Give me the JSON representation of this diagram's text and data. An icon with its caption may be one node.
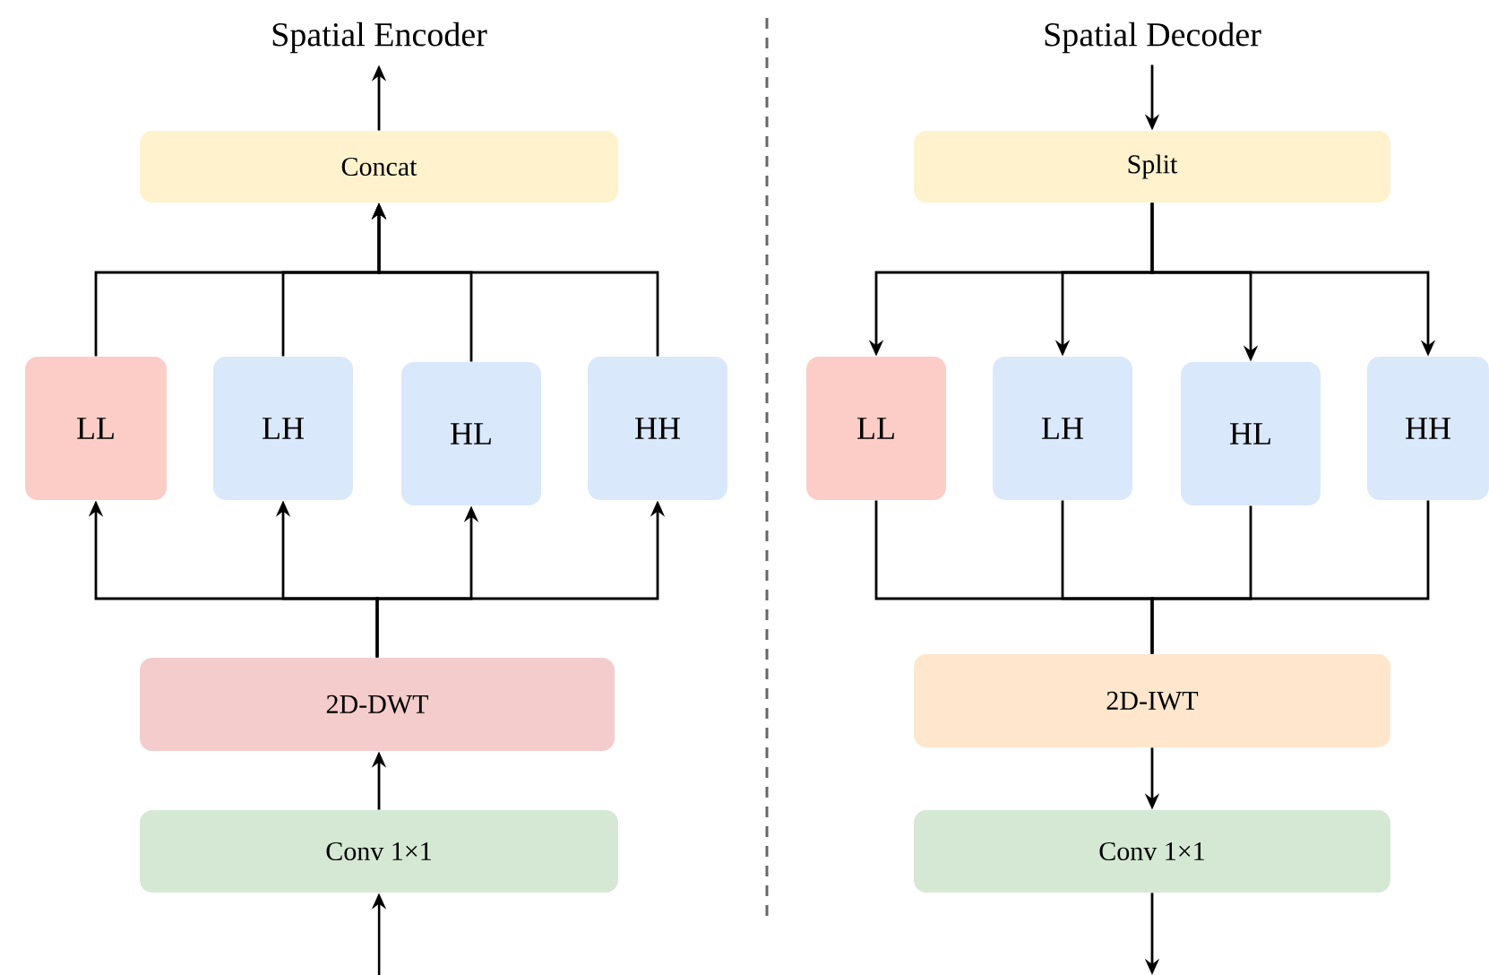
{
  "diagram": {
    "nodes": [
      {
        "text": [
          "Spatial Encoder"
        ]
      },
      {
        "text": [
          "Concat"
        ]
      },
      {
        "text": [
          "LL"
        ]
      },
      {
        "text": [
          "LH"
        ]
      },
      {
        "text": [
          "HL"
        ]
      },
      {
        "text": [
          "HH"
        ]
      },
      {
        "text": [
          "2D-DWT"
        ]
      },
      {
        "text": [
          "Conv 1×1"
        ]
      },
      {
        "text": [
          "Spatial Decoder"
        ]
      },
      {
        "text": [
          "Split"
        ]
      },
      {
        "text": [
          "LL"
        ]
      },
      {
        "text": [
          "LH"
        ]
      },
      {
        "text": [
          "HL"
        ]
      },
      {
        "text": [
          "HH"
        ]
      },
      {
        "text": [
          "2D-IWT"
        ]
      },
      {
        "text": [
          "Conv 1×1"
        ]
      }
    ],
    "edges": [
      {
        "from": null,
        "to": 7,
        "arrow": "to"
      },
      {
        "from": 7,
        "to": 6,
        "arrow": "to"
      },
      {
        "from": 6,
        "to": 2,
        "arrow": "to"
      },
      {
        "from": 6,
        "to": 3,
        "arrow": "to"
      },
      {
        "from": 6,
        "to": 4,
        "arrow": "to"
      },
      {
        "from": 6,
        "to": 5,
        "arrow": "to"
      },
      {
        "from": 2,
        "to": 1,
        "arrow": "to"
      },
      {
        "from": 3,
        "to": 1,
        "arrow": "to"
      },
      {
        "from": 4,
        "to": 1,
        "arrow": "to"
      },
      {
        "from": 5,
        "to": 1,
        "arrow": "to"
      },
      {
        "from": 1,
        "to": 0,
        "arrow": "to"
      },
      {
        "from": 8,
        "to": 9,
        "arrow": "to"
      },
      {
        "from": 9,
        "to": 10,
        "arrow": "to"
      },
      {
        "from": 9,
        "to": 11,
        "arrow": "to"
      },
      {
        "from": 9,
        "to": 12,
        "arrow": "to"
      },
      {
        "from": 9,
        "to": 13,
        "arrow": "to"
      },
      {
        "from": 10,
        "to": 14,
        "arrow": "none"
      },
      {
        "from": 11,
        "to": 14,
        "arrow": "none"
      },
      {
        "from": 12,
        "to": 14,
        "arrow": "none"
      },
      {
        "from": 13,
        "to": 14,
        "arrow": "none"
      },
      {
        "from": 14,
        "to": 15,
        "arrow": "to"
      },
      {
        "from": 15,
        "to": null,
        "arrow": "to"
      }
    ]
  }
}
